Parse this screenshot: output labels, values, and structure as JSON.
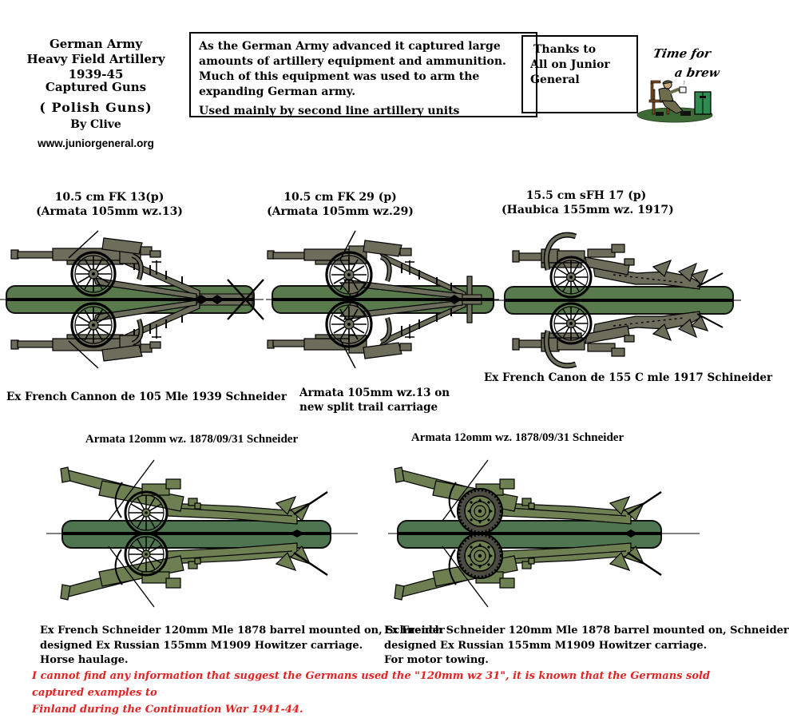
{
  "header": {
    "title_lines": [
      "German Army",
      "Heavy Field Artillery",
      "1939-45",
      "Captured Guns",
      "( Polish  Guns)",
      "By Clive"
    ],
    "website": "www.juniorgeneral.org"
  },
  "intro_box": {
    "paragraph1": "As the German Army advanced it captured large amounts of artillery equipment and ammunition. Much of this equipment was used to arm the expanding German army.",
    "paragraph2": "Used mainly by second line artillery units"
  },
  "thanks_box": {
    "lines": [
      "Thanks to",
      "All on Junior",
      "General"
    ]
  },
  "brew": {
    "line1": "Time for",
    "line2": "a brew",
    "icon": "soldier-drinking-tea-icon"
  },
  "guns": [
    {
      "title": "10.5 cm FK 13(p)",
      "subtitle": "(Armata 105mm wz.13)",
      "caption_lines": [
        "Ex French Cannon de 105 Mle 1939 Schneider"
      ]
    },
    {
      "title": "10.5 cm FK 29 (p)",
      "subtitle": "(Armata 105mm wz.29)",
      "caption_lines": [
        "Armata 105mm wz.13 on",
        "new split trail carriage"
      ]
    },
    {
      "title": "15.5 cm sFH 17 (p)",
      "subtitle": "(Haubica 155mm wz. 1917)",
      "caption_lines": [
        "Ex French Canon de 155 C mle 1917 Schineider"
      ]
    },
    {
      "title": "Armata 12omm wz. 1878/09/31 Schneider",
      "caption_lines": [
        "Ex French Schneider 120mm Mle 1878 barrel mounted on, Schneider",
        "designed Ex Russian 155mm M1909 Howitzer carriage.",
        "Horse haulage."
      ]
    },
    {
      "title": "Armata 12omm wz. 1878/09/31 Schneider",
      "caption_lines": [
        "Ex French Schneider 120mm Mle 1878 barrel mounted on, Schneider",
        "designed Ex Russian 155mm M1909 Howitzer carriage.",
        "For motor towing."
      ]
    }
  ],
  "footnote": {
    "lines": [
      "I cannot find any information that suggest the Germans used the \"120mm wz 31\", it is known that the Germans sold captured examples to",
      "Finland during the Continuation War 1941-44."
    ]
  },
  "colors": {
    "gun_grey": "#6d6d5c",
    "gun_olive": "#6e7f51",
    "tire_grey": "#4c4c42",
    "bar_green_top": "#587a4c",
    "bar_green_bot": "#4e7450",
    "note_red": "#e32222"
  }
}
